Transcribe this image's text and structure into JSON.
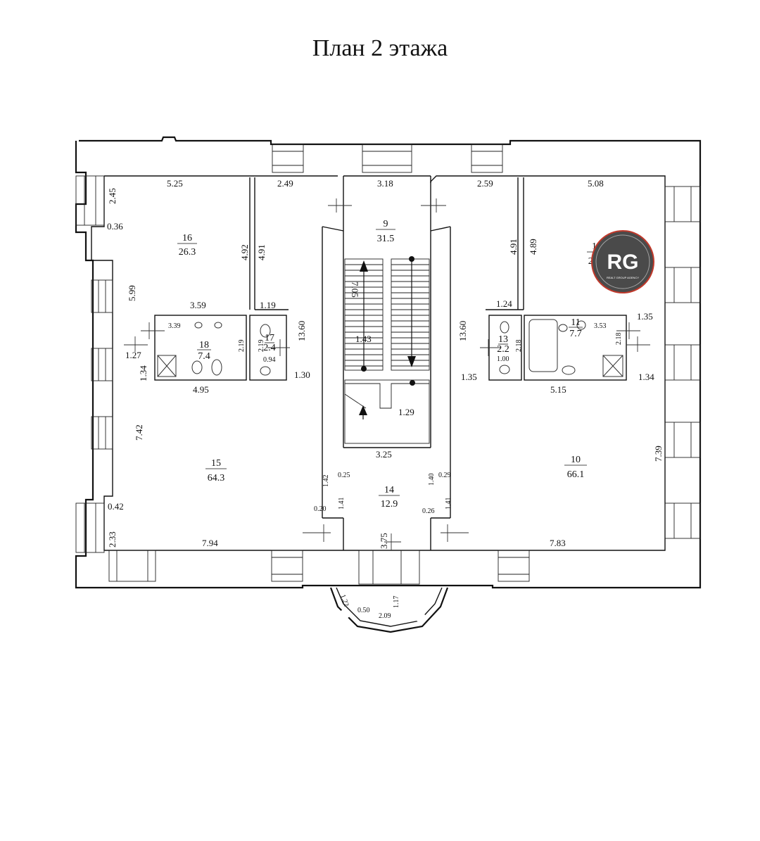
{
  "title": "План 2 этажа",
  "rooms": [
    {
      "id": "r16",
      "number": "16",
      "area": "26.3"
    },
    {
      "id": "r15",
      "number": "15",
      "area": "64.3"
    },
    {
      "id": "r18",
      "number": "18",
      "area": "7.4"
    },
    {
      "id": "r17",
      "number": "17",
      "area": "2.4"
    },
    {
      "id": "r9",
      "number": "9",
      "area": "31.5"
    },
    {
      "id": "r14",
      "number": "14",
      "area": "12.9"
    },
    {
      "id": "r12",
      "number": "12",
      "area": "26.3"
    },
    {
      "id": "r10",
      "number": "10",
      "area": "66.1"
    },
    {
      "id": "r11",
      "number": "11",
      "area": "7.7"
    },
    {
      "id": "r13",
      "number": "13",
      "area": "2.2"
    }
  ],
  "dimensions": [
    "5.25",
    "2.45",
    "0.36",
    "4.92",
    "4.91",
    "2.49",
    "5.99",
    "3.59",
    "1.19",
    "3.39",
    "2.19",
    "2.19",
    "13.60",
    "1.27",
    "1.34",
    "0.94",
    "4.95",
    "1.30",
    "7.42",
    "0.42",
    "2.33",
    "7.94",
    "3.18",
    "7.05",
    "1.43",
    "1.29",
    "3.25",
    "1.42",
    "0.25",
    "0.20",
    "1.41",
    "3.75",
    "1.40",
    "0.29",
    "0.26",
    "1.41",
    "2.59",
    "4.91",
    "4.89",
    "5.08",
    "1.24",
    "13.60",
    "1.35",
    "3.53",
    "2.18",
    "2.18",
    "1.00",
    "1.35",
    "5.15",
    "1.34",
    "7.39",
    "7.83",
    "1.22",
    "0.50",
    "2.09",
    "1.17"
  ],
  "logo": {
    "letters": "RG",
    "tagline": "REALT GROUP AGENCY",
    "color": "#4a4a4a",
    "accent": "#c0392b"
  }
}
